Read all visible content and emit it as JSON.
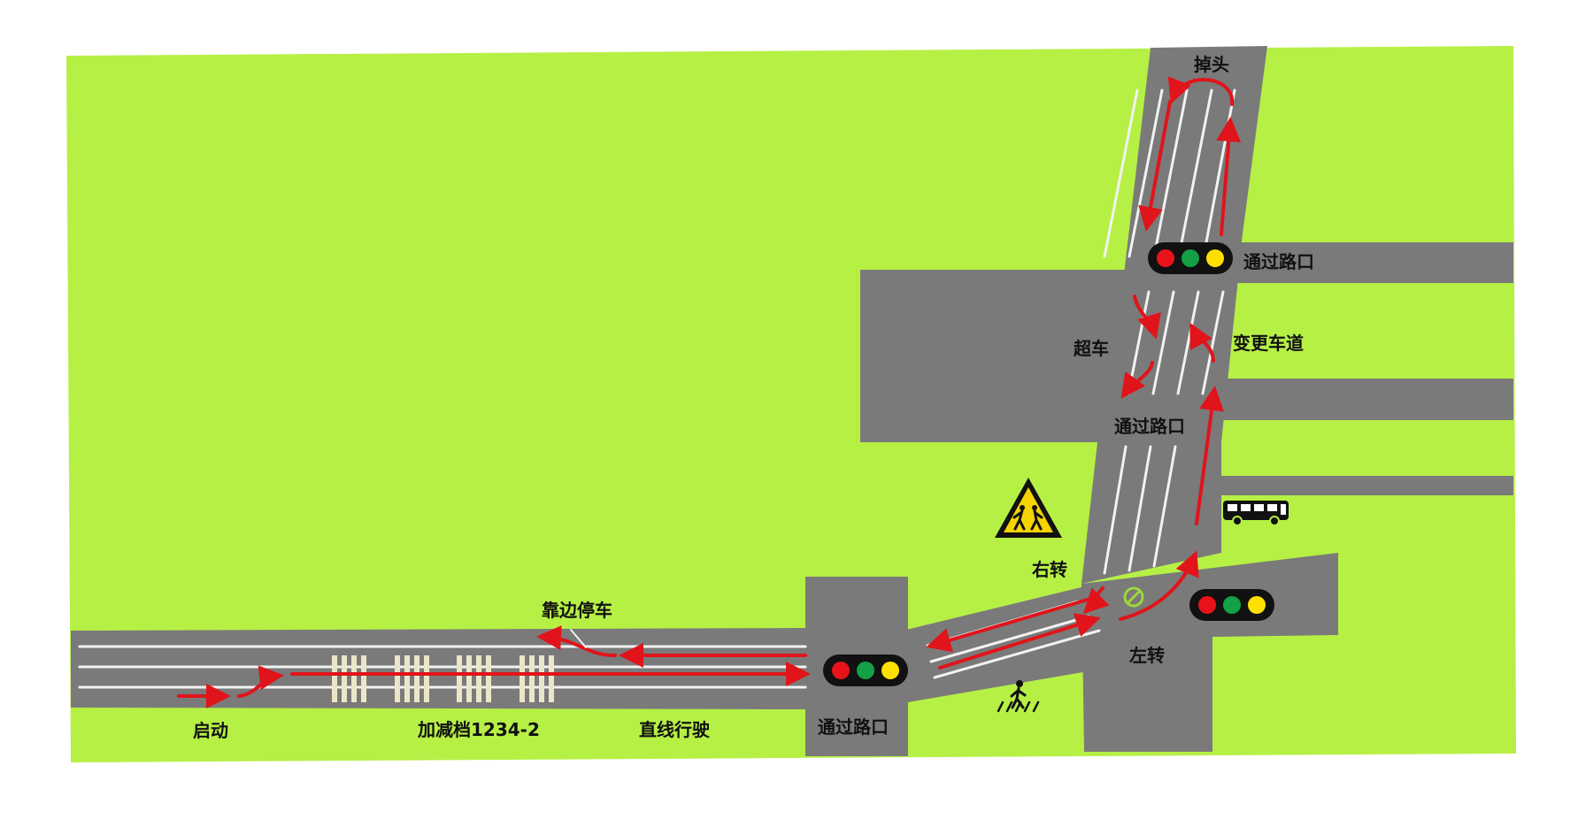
{
  "colors": {
    "background": "#ffffff",
    "grass": "#b6f045",
    "road": "#7a7a7a",
    "lane_line": "#f2f2f2",
    "route_arrow": "#e0141a",
    "speed_bump": "#ece6c8",
    "signal_body": "#111111",
    "signal_red": "#e8121b",
    "signal_green": "#14a046",
    "signal_yellow": "#ffe000",
    "sign_yellow": "#f5d400"
  },
  "labels": {
    "start": "启动",
    "gear_shift": "加减档1234-2",
    "straight": "直线行驶",
    "pull_over": "靠边停车",
    "intersection_1": "通过路口",
    "right_turn": "右转",
    "left_turn": "左转",
    "intersection_2": "通过路口",
    "overtake": "超车",
    "lane_change": "变更车道",
    "intersection_3": "通过路口",
    "u_turn": "掉头"
  },
  "icons": {
    "school_sign": "children-crossing-sign-icon",
    "pedestrian": "pedestrian-crosswalk-icon",
    "bus": "bus-stop-icon",
    "no_turn": "prohibition-icon",
    "traffic_light": "traffic-light-icon"
  }
}
